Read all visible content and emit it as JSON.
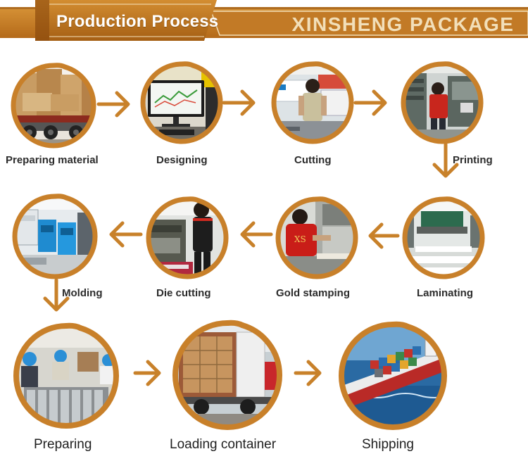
{
  "header": {
    "title": "Production Process",
    "brand": "XINSHENG PACKAGE"
  },
  "colors": {
    "accent": "#c8812a",
    "accent_dark": "#a86214",
    "banner_dark": "#8a4a0e",
    "label": "#2c2c2c",
    "ring": "#c8802a"
  },
  "steps": [
    {
      "id": "preparing-material",
      "label": "Preparing material",
      "scene": "boxes-truck"
    },
    {
      "id": "designing",
      "label": "Designing",
      "scene": "computer-monitor"
    },
    {
      "id": "cutting",
      "label": "Cutting",
      "scene": "worker-at-cutting-machine"
    },
    {
      "id": "printing",
      "label": "Printing",
      "scene": "printing-press"
    },
    {
      "id": "laminating",
      "label": "Laminating",
      "scene": "laminating-machine"
    },
    {
      "id": "gold-stamping",
      "label": "Gold stamping",
      "scene": "worker-stamping"
    },
    {
      "id": "die-cutting",
      "label": "Die cutting",
      "scene": "worker-die-cutter"
    },
    {
      "id": "molding",
      "label": "Molding",
      "scene": "molding-machines"
    },
    {
      "id": "preparing",
      "label": "Preparing",
      "scene": "workers-packing"
    },
    {
      "id": "loading-container",
      "label": "Loading container",
      "scene": "container-truck"
    },
    {
      "id": "shipping",
      "label": "Shipping",
      "scene": "cargo-ship"
    }
  ]
}
